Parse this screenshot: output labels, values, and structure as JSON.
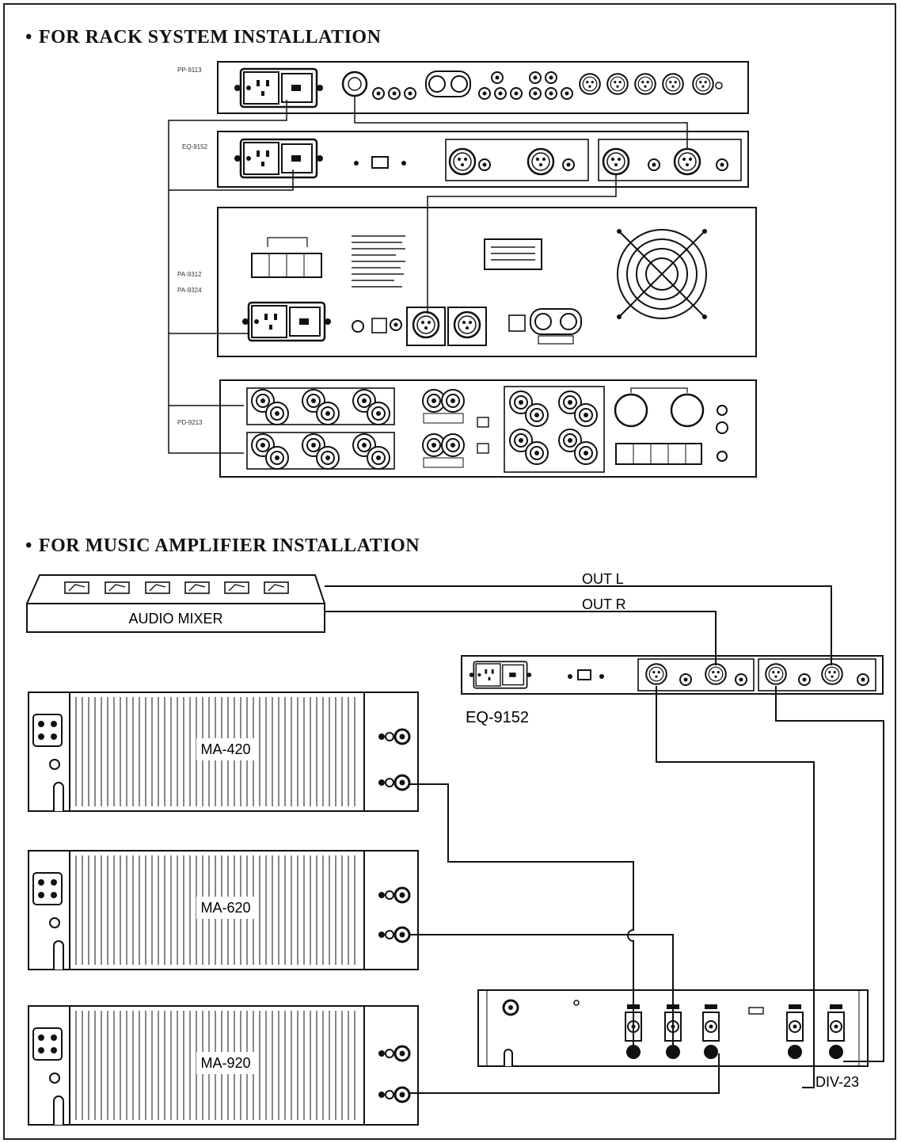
{
  "sections": {
    "rack": {
      "bullet": "•",
      "title": "FOR RACK SYSTEM INSTALLATION"
    },
    "music": {
      "bullet": "•",
      "title": "FOR MUSIC AMPLIFIER INSTALLATION"
    }
  },
  "rack_units": {
    "pp": "PP-9113",
    "eq": "EQ-9152",
    "pa_a": "PA-9312",
    "pa_b": "PA-9324",
    "pd": "PD-9213"
  },
  "music_units": {
    "mixer": "AUDIO MIXER",
    "out_l": "OUT L",
    "out_r": "OUT R",
    "eq": "EQ-9152",
    "amp1": "MA-420",
    "amp2": "MA-620",
    "amp3": "MA-920",
    "div": "DIV-23"
  }
}
